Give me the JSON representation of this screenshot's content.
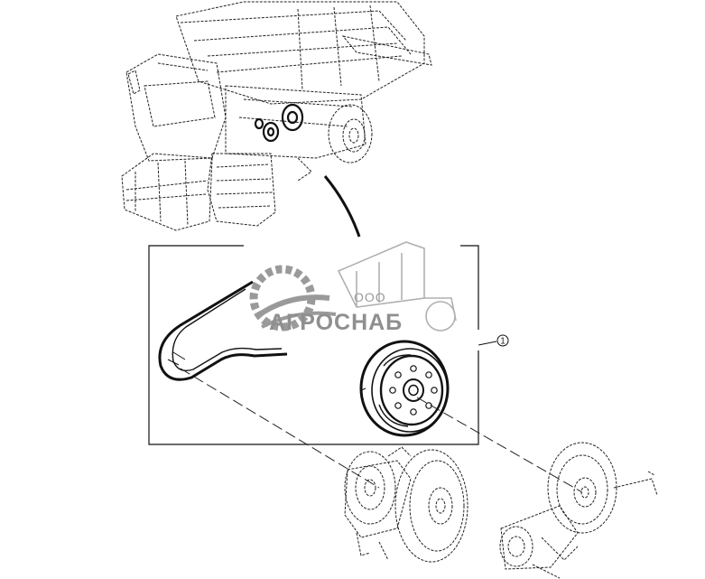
{
  "diagram": {
    "callouts": [
      {
        "number": "1"
      }
    ]
  },
  "watermark": {
    "company_prefix": "ООО",
    "company_name": "АГРОСНАБ",
    "logo_icon": "gear-leaf-logo-icon"
  },
  "colors": {
    "line": "#111111",
    "watermark": "#8f8f8f"
  }
}
